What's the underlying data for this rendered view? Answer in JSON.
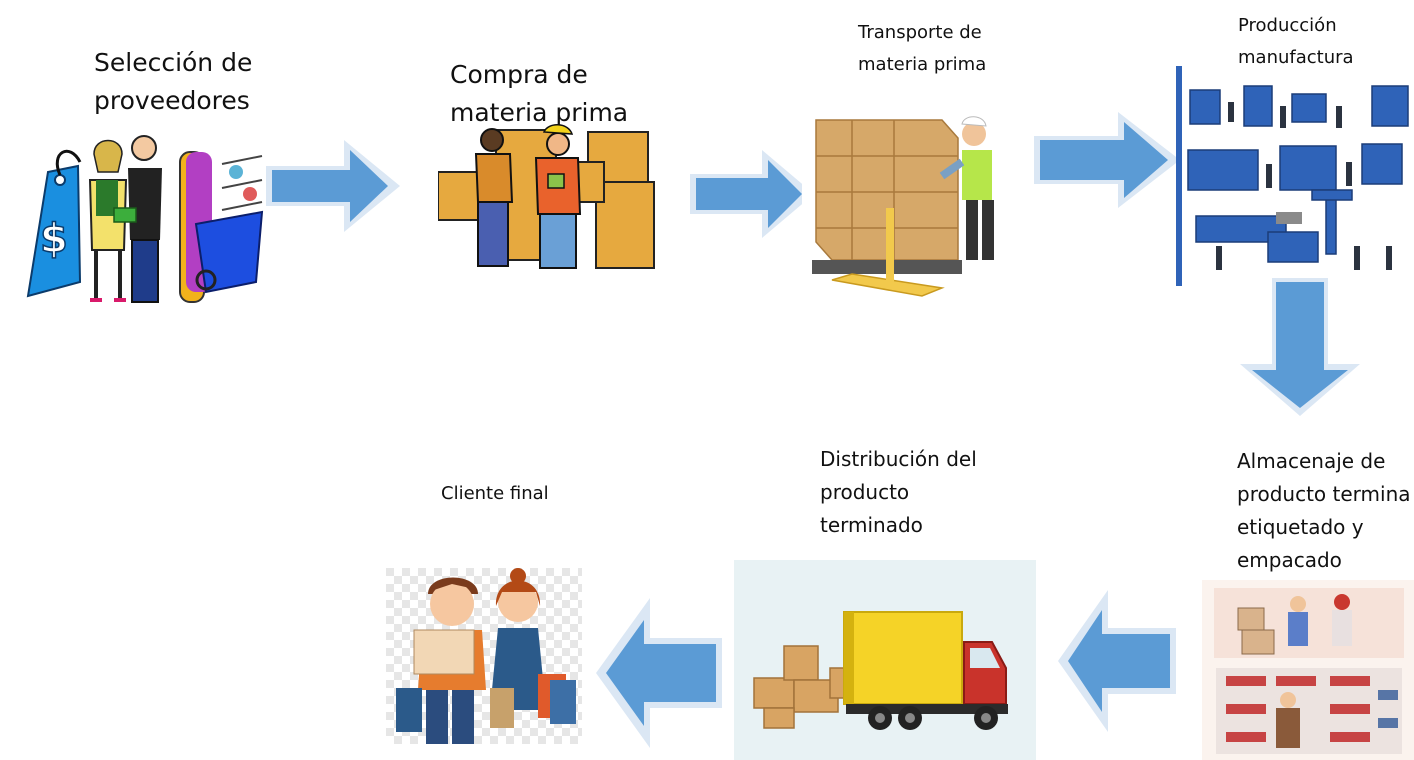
{
  "steps": {
    "seleccion": "Selección de\nproveedores",
    "compra": "Compra de\nmateria prima",
    "transporte": "Transporte de\nmateria prima",
    "produccion": "Producción\nmanufactura",
    "almacenaje": "Almacenaje de\nproducto termina\netiquetado y\nempacado",
    "distribucion": "Distribución del\nproducto\nterminado",
    "cliente": "Cliente final"
  },
  "colors": {
    "arrow_fill": "#5b9bd5",
    "arrow_edge": "#dbe7f4",
    "accent_blue": "#2f63b8",
    "truck_yellow": "#f5d327",
    "box_tan": "#d6a869"
  }
}
